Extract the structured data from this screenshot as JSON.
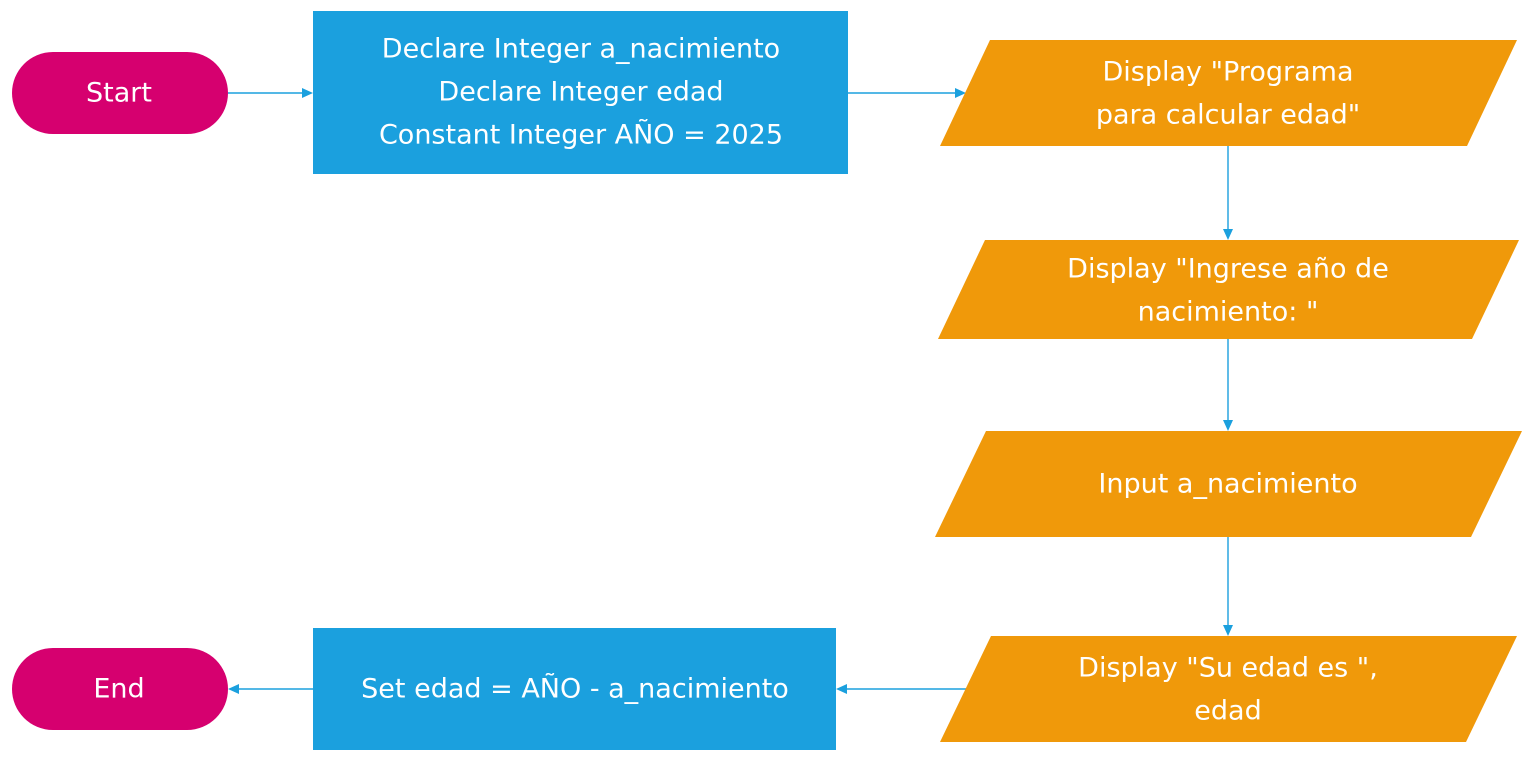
{
  "colors": {
    "terminal": "#d6006f",
    "process": "#1ba0de",
    "io": "#f0990a",
    "connector": "#1ba0de",
    "text": "#ffffff"
  },
  "nodes": {
    "start": {
      "shape": "terminal",
      "lines": [
        "Start"
      ]
    },
    "declare": {
      "shape": "process",
      "lines": [
        "Declare Integer a_nacimiento",
        "Declare Integer edad",
        "Constant Integer AÑO = 2025"
      ]
    },
    "display_programa": {
      "shape": "io",
      "lines": [
        "Display \"Programa",
        "para calcular edad\""
      ]
    },
    "display_ingrese": {
      "shape": "io",
      "lines": [
        "Display \"Ingrese año de",
        "nacimiento: \""
      ]
    },
    "input_nacimiento": {
      "shape": "io",
      "lines": [
        "Input a_nacimiento"
      ]
    },
    "display_edad": {
      "shape": "io",
      "lines": [
        "Display \"Su edad es \",",
        "edad"
      ]
    },
    "set_edad": {
      "shape": "process",
      "lines": [
        "Set edad = AÑO - a_nacimiento"
      ]
    },
    "end": {
      "shape": "terminal",
      "lines": [
        "End"
      ]
    }
  },
  "edges": [
    {
      "from": "start",
      "to": "declare"
    },
    {
      "from": "declare",
      "to": "display_programa"
    },
    {
      "from": "display_programa",
      "to": "display_ingrese"
    },
    {
      "from": "display_ingrese",
      "to": "input_nacimiento"
    },
    {
      "from": "input_nacimiento",
      "to": "display_edad"
    },
    {
      "from": "display_edad",
      "to": "set_edad"
    },
    {
      "from": "set_edad",
      "to": "end"
    }
  ]
}
